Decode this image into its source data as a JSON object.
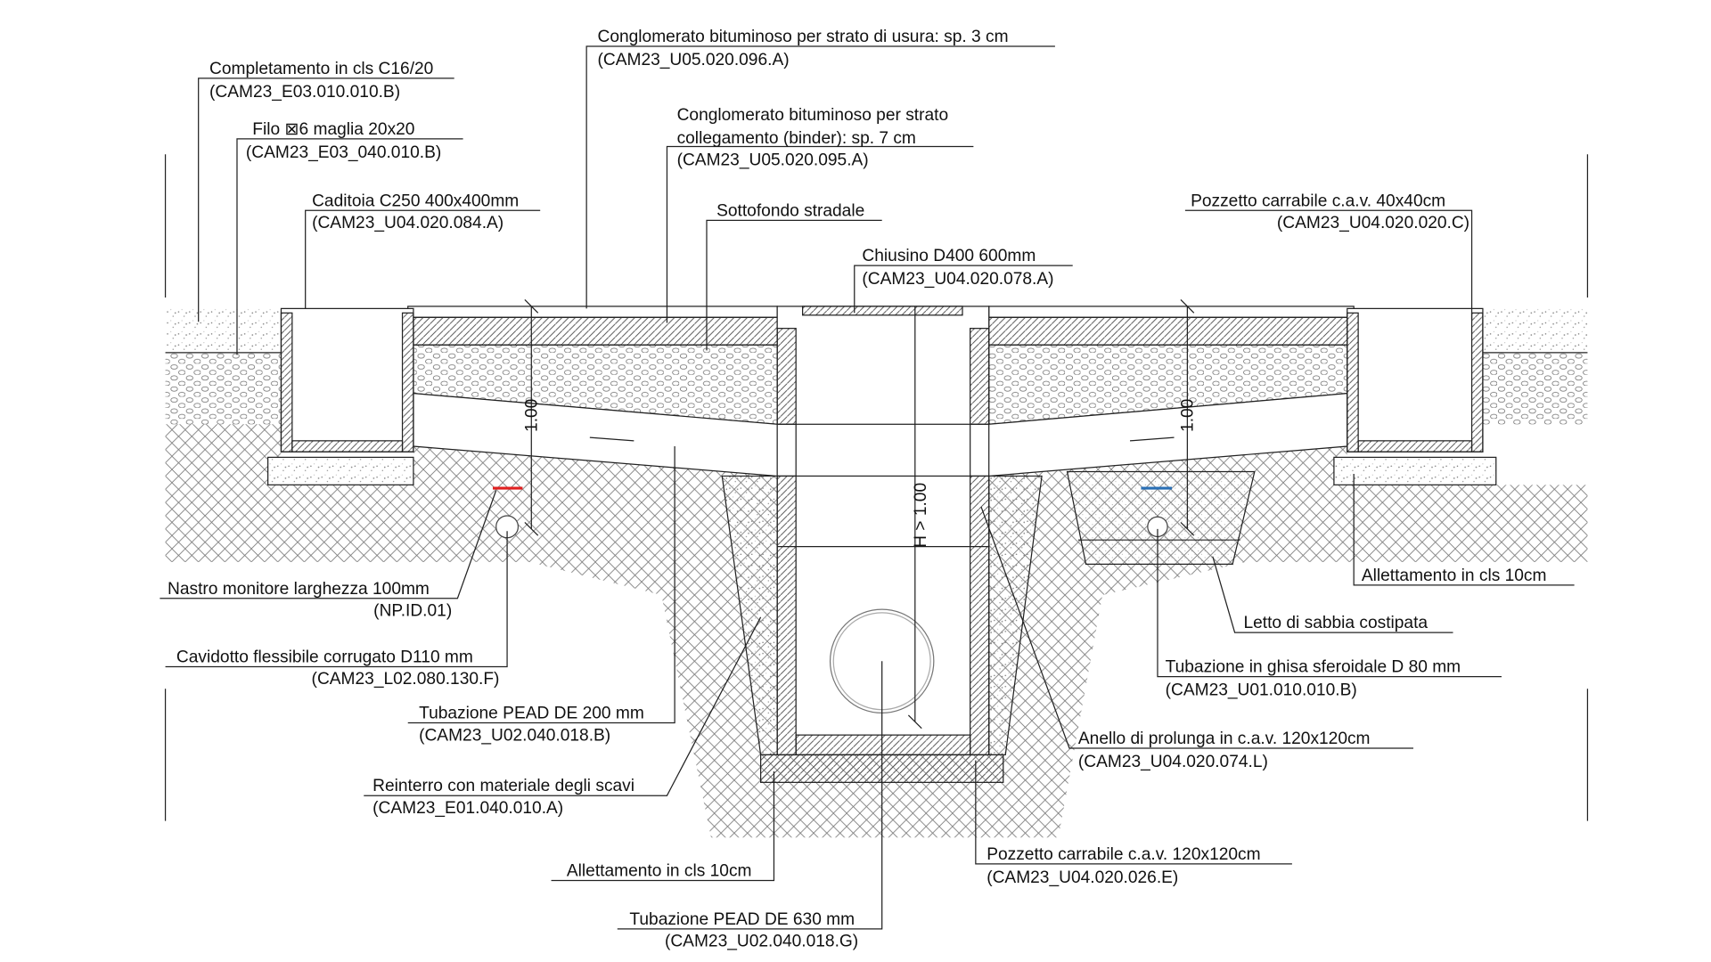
{
  "labels": {
    "completamento": {
      "title": "Completamento in cls C16/20",
      "code": "(CAM23_E03.010.010.B)"
    },
    "filo": {
      "title": "Filo ⊠6 maglia 20x20",
      "code": "(CAM23_E03_040.010.B)"
    },
    "caditoia": {
      "title": "Caditoia C250 400x400mm",
      "code": "(CAM23_U04.020.084.A)"
    },
    "usura": {
      "title": "Conglomerato bituminoso per strato di usura: sp. 3 cm",
      "code": "(CAM23_U05.020.096.A)"
    },
    "binder": {
      "title": "Conglomerato bituminoso per strato",
      "title2": "collegamento (binder): sp. 7 cm",
      "code": "(CAM23_U05.020.095.A)"
    },
    "sottofondo": {
      "title": "Sottofondo stradale"
    },
    "chiusino": {
      "title": "Chiusino D400 600mm",
      "code": "(CAM23_U04.020.078.A)"
    },
    "pozzetto40": {
      "title": "Pozzetto carrabile c.a.v. 40x40cm",
      "code": "(CAM23_U04.020.020.C)"
    },
    "nastro": {
      "title": "Nastro monitore larghezza 100mm",
      "code": "(NP.ID.01)"
    },
    "cavidotto": {
      "title": "Cavidotto flessibile corrugato D110 mm",
      "code": "(CAM23_L02.080.130.F)"
    },
    "pead200": {
      "title": "Tubazione PEAD DE 200 mm",
      "code": "(CAM23_U02.040.018.B)"
    },
    "reinterro": {
      "title": "Reinterro con materiale degli scavi",
      "code": "(CAM23_E01.040.010.A)"
    },
    "allettamento_left": {
      "title": "Allettamento in cls 10cm"
    },
    "pead630": {
      "title": "Tubazione PEAD DE 630 mm",
      "code": "(CAM23_U02.040.018.G)"
    },
    "pozzetto120": {
      "title": "Pozzetto carrabile c.a.v. 120x120cm",
      "code": "(CAM23_U04.020.026.E)"
    },
    "anello": {
      "title": "Anello di prolunga in c.a.v. 120x120cm",
      "code": "(CAM23_U04.020.074.L)"
    },
    "ghisa": {
      "title": "Tubazione in ghisa sferoidale D 80 mm",
      "code": "(CAM23_U01.010.010.B)"
    },
    "sabbia": {
      "title": "Letto di sabbia costipata"
    },
    "allettamento_right": {
      "title": "Allettamento in cls 10cm"
    }
  },
  "dimensions": {
    "left": "1.00",
    "right": "1.00",
    "manhole": "H > 1.00"
  },
  "colors": {
    "monitor_tape": "#e02020",
    "water_marker": "#2a6fb5",
    "line": "#222222"
  }
}
